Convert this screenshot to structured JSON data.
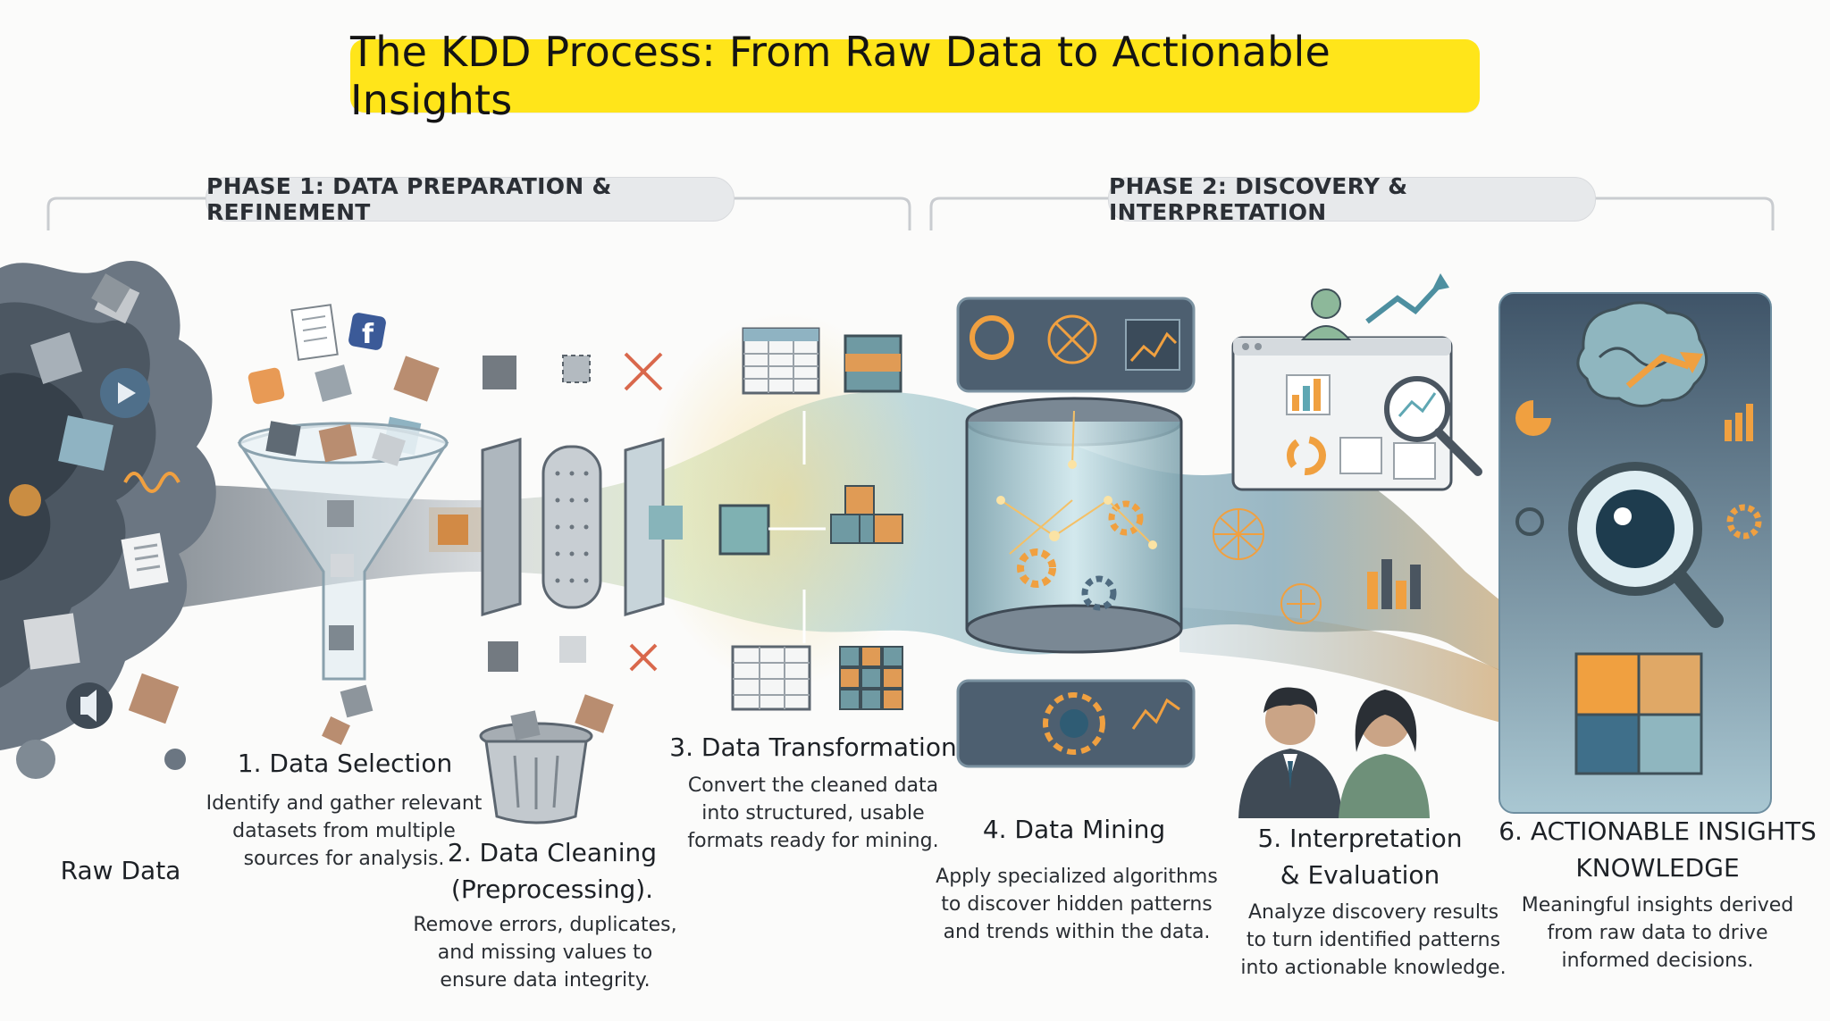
{
  "title": "The KDD Process: From Raw Data to Actionable Insights",
  "phases": [
    {
      "label": "PHASE 1: DATA PREPARATION & REFINEMENT"
    },
    {
      "label": "PHASE 2: DISCOVERY & INTERPRETATION"
    }
  ],
  "raw_data_label": "Raw Data",
  "steps": [
    {
      "title_lines": [
        "1. Data Selection"
      ],
      "desc_lines": [
        "Identify and gather relevant",
        "datasets from multiple",
        "sources for analysis."
      ]
    },
    {
      "title_lines": [
        "2. Data Cleaning",
        "(Preprocessing)."
      ],
      "desc_lines": [
        "Remove errors, duplicates,",
        "and missing values to",
        "ensure data integrity."
      ]
    },
    {
      "title_lines": [
        "3. Data Transformation"
      ],
      "desc_lines": [
        "Convert the cleaned data",
        "into structured, usable",
        "formats ready for mining."
      ]
    },
    {
      "title_lines": [
        "4. Data Mining"
      ],
      "desc_lines": [
        "Apply specialized algorithms",
        "to discover hidden patterns",
        "and trends within the data."
      ]
    },
    {
      "title_lines": [
        "5. Interpretation",
        "& Evaluation"
      ],
      "desc_lines": [
        "Analyze discovery results",
        "to turn identified patterns",
        "into actionable knowledge."
      ]
    },
    {
      "title_lines": [
        "6. ACTIONABLE INSIGHTS",
        "KNOWLEDGE"
      ],
      "desc_lines": [
        "Meaningful insights derived",
        "from raw data to drive",
        "informed decisions."
      ]
    }
  ],
  "colors": {
    "title_bg": "#ffe51a",
    "phase_bg": "#e7e9eb",
    "accent_orange": "#f0a040",
    "accent_teal": "#5fa7b3",
    "dark_slate": "#4a5560"
  }
}
